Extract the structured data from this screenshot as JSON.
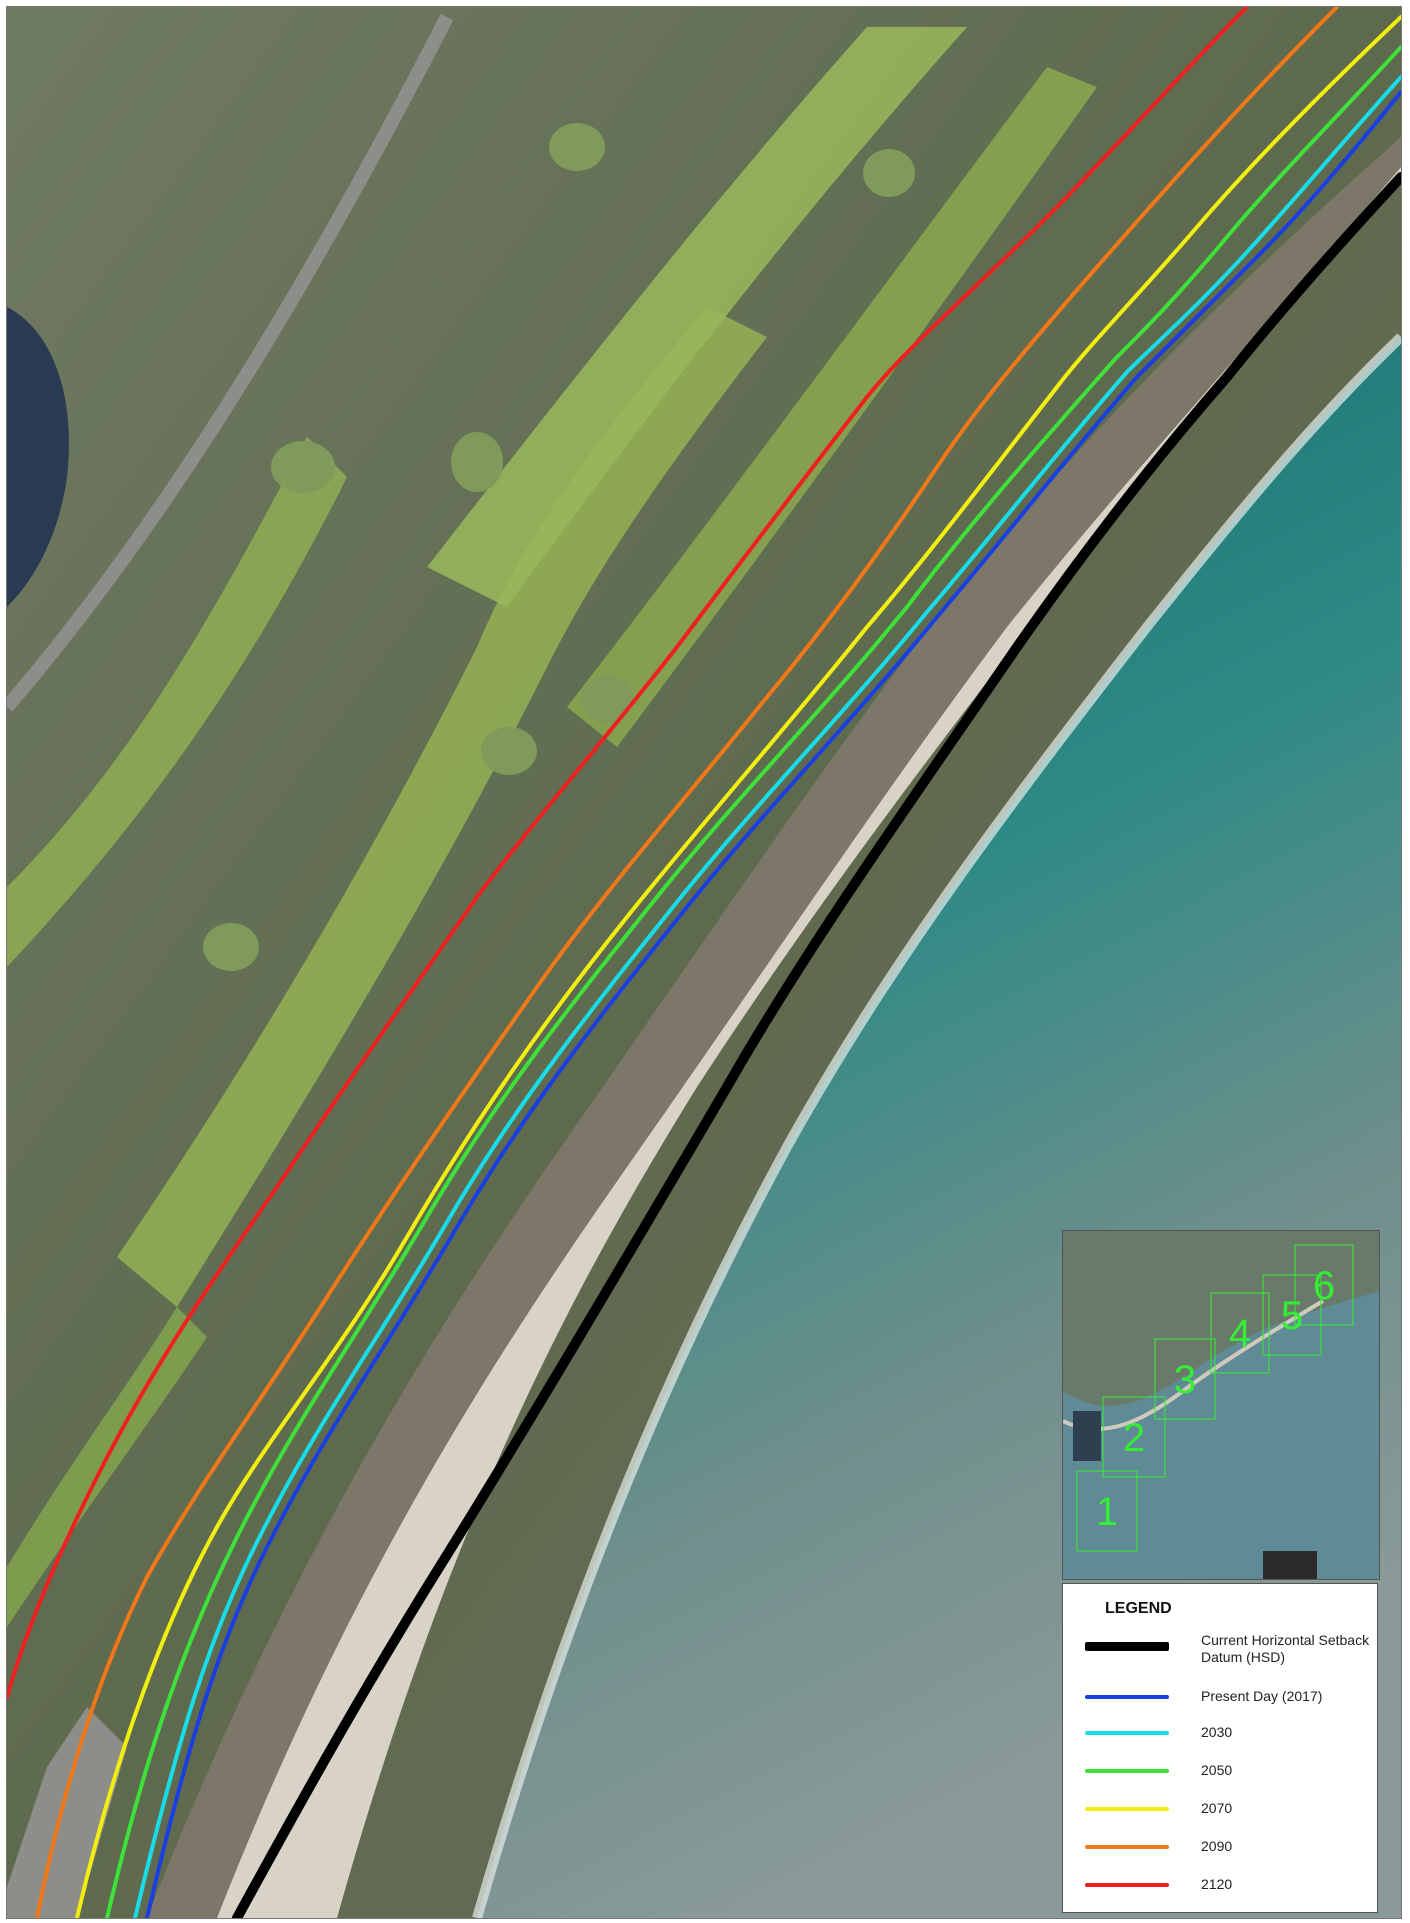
{
  "legend": {
    "title": "LEGEND",
    "items": [
      {
        "label": "Current Horizontal Setback Datum (HSD)",
        "color": "#000000"
      },
      {
        "label": "Present Day (2017)",
        "color": "#1a3fe0"
      },
      {
        "label": "2030",
        "color": "#18dce8"
      },
      {
        "label": "2050",
        "color": "#3ee03a"
      },
      {
        "label": "2070",
        "color": "#f2ef10"
      },
      {
        "label": "2090",
        "color": "#f07818"
      },
      {
        "label": "2120",
        "color": "#ee2020"
      }
    ]
  },
  "inset": {
    "zones": [
      "1",
      "2",
      "3",
      "4",
      "5",
      "6"
    ],
    "zone_color": "#33ee33"
  }
}
